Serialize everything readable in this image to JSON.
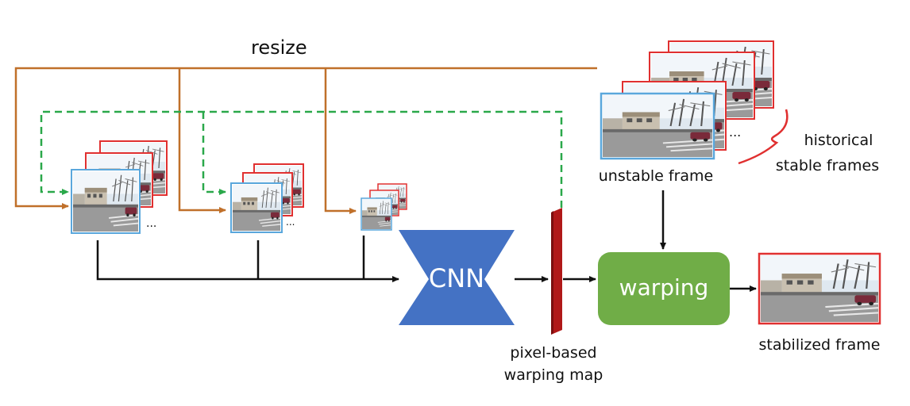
{
  "labels": {
    "resize": "resize",
    "cnn": "CNN",
    "warping": "warping",
    "warp_map_line1": "pixel-based",
    "warp_map_line2": "warping map",
    "unstable_frame": "unstable frame",
    "historical_line1": "historical",
    "historical_line2": "stable frames",
    "stabilized_frame": "stabilized frame",
    "ellipsis": "..."
  },
  "colors": {
    "resize_line": "#c0702a",
    "dashed_line": "#2aa84a",
    "cnn_fill": "#4472c4",
    "warping_fill": "#70ad47",
    "map_fill": "#b01818",
    "frame_blue": "#5aa7dc",
    "frame_red": "#e03030",
    "arrow": "#111111"
  }
}
